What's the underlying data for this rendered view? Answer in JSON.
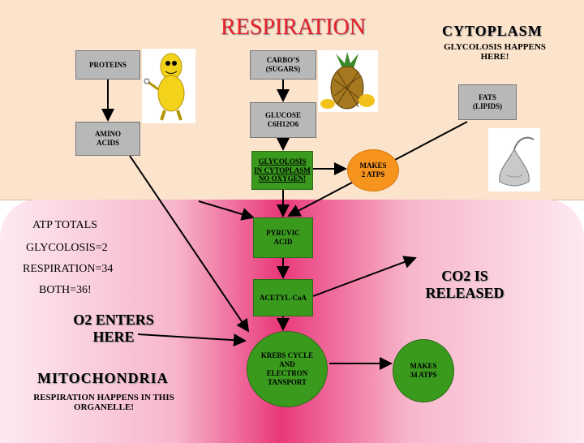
{
  "title": "RESPIRATION",
  "cytoplasm": {
    "heading": "CYTOPLASM",
    "note_line1": "GLYCOLOSIS HAPPENS",
    "note_line2": "HERE!"
  },
  "boxes": {
    "proteins": "PROTEINS",
    "amino_line1": "AMINO",
    "amino_line2": "ACIDS",
    "carbos_line1": "CARBO’S",
    "carbos_line2": "(SUGARS)",
    "fats_line1": "FATS",
    "fats_line2": "(LIPIDS)",
    "glucose_line1": "GLUCOSE",
    "glucose_line2": "C6H12O6",
    "glycolosis_line1": "GLYCOLOSIS",
    "glycolosis_line2": "IN CYTOPLASM",
    "glycolosis_line3": "NO OXYGEN!",
    "makes2_line1": "MAKES",
    "makes2_line2": "2 ATPS",
    "pyruvic_line1": "PYRUVIC",
    "pyruvic_line2": "ACID",
    "acetyl": "ACETYL-CoA",
    "krebs_line1": "KREBS CYCLE",
    "krebs_line2": "AND",
    "krebs_line3": "ELECTRON",
    "krebs_line4": "TANSPORT",
    "makes34_line1": "MAKES",
    "makes34_line2": "34 ATPS"
  },
  "atp": {
    "heading": "ATP TOTALS",
    "glycolosis": "GLYCOLOSIS=2",
    "respiration": "RESPIRATION=34",
    "both": "BOTH=36!"
  },
  "o2_line1": "O2 ENTERS",
  "o2_line2": "HERE",
  "co2_line1": "CO2 IS",
  "co2_line2": "RELEASED",
  "mitochondria": {
    "heading": "MITOCHONDRIA",
    "note_line1": "RESPIRATION HAPPENS IN THIS",
    "note_line2": "ORGANELLE!"
  },
  "colors": {
    "cytoplasm_bg": "#fbe3cc",
    "title_red": "#e8202a",
    "box_gray": "#b8b8b8",
    "box_green": "#3a9a1e",
    "circle_orange": "#f7941d",
    "mito_pink": "#e9387a"
  },
  "icons": [
    "peanut-character-image",
    "pineapple-image",
    "chocolate-kiss-image"
  ]
}
